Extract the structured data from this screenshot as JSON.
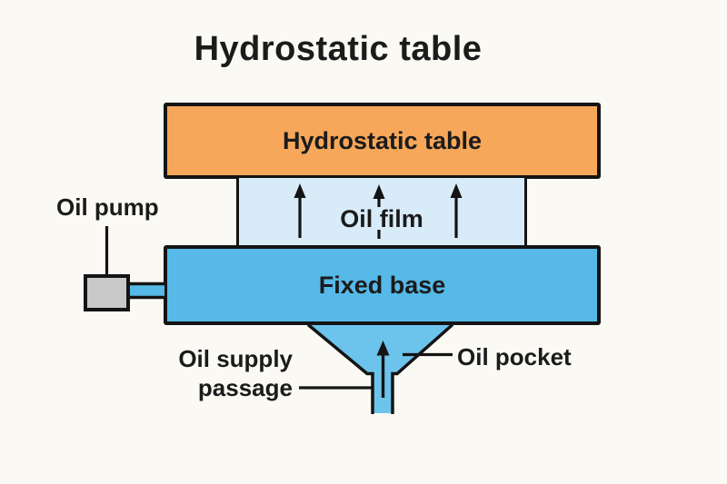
{
  "title": "Hydrostatic table",
  "colors": {
    "background": "#FBF9F4",
    "table_fill": "#F6A75A",
    "base_fill": "#56B9E8",
    "pocket_fill": "#6CC3EC",
    "film_fill": "#D8EBF8",
    "pump_fill": "#C9C9C9",
    "line": "#141414",
    "text": "#1B1B1B"
  },
  "diagram": {
    "table_label": "Hydrostatic table",
    "film_label": "Oil film",
    "base_label": "Fixed base",
    "pump_label": "Oil pump",
    "supply_label_line1": "Oil supply",
    "supply_label_line2": "passage",
    "pocket_label": "Oil pocket"
  }
}
